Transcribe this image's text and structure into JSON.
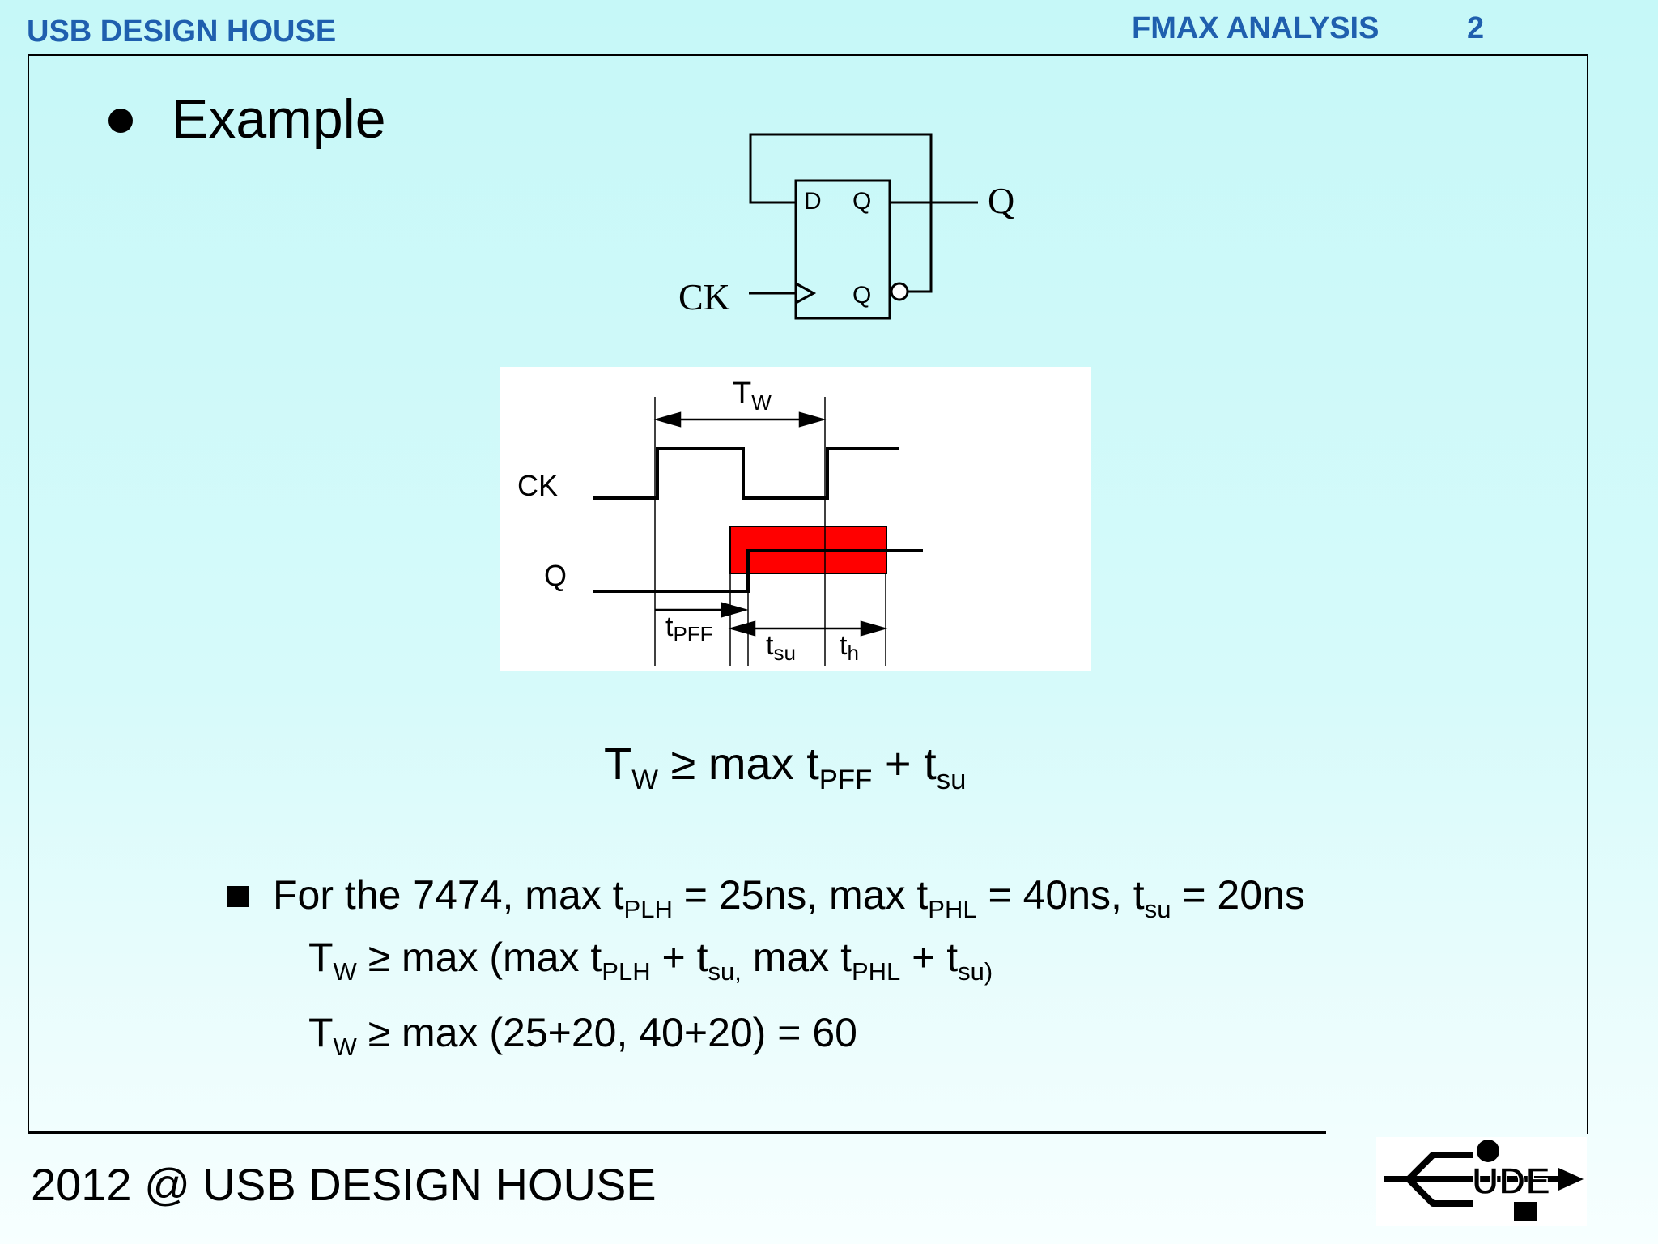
{
  "header": {
    "brand": "USB DESIGN HOUSE",
    "section": "FMAX ANALYSIS",
    "page_number": "2"
  },
  "bullet": "Example",
  "circuit": {
    "d_label": "D",
    "q_label": "Q",
    "qbar_label": "Q",
    "output_label": "Q",
    "clock_label": "CK"
  },
  "timing": {
    "tw_label": "T",
    "tw_sub": "W",
    "ck_label": "CK",
    "q_label": "Q",
    "tpff_label": "t",
    "tpff_sub": "PFF",
    "tsu_label": "t",
    "tsu_sub": "su",
    "th_label": "t",
    "th_sub": "h",
    "highlight_color": "#ff0000"
  },
  "equation": {
    "t": "T",
    "w": "W",
    "rel": " ≥ max t",
    "pff": "PFF",
    "plus": " + t",
    "su": "su"
  },
  "example": {
    "l1": {
      "a": "For the 7474, max t",
      "plh": "PLH",
      "b": " = 25ns, max t",
      "phl": "PHL",
      "c": " = 40ns, t",
      "su": "su",
      "d": " = 20ns"
    },
    "l2": {
      "t": "T",
      "w": "W",
      "a": " ≥ max (max t",
      "plh": "PLH",
      "b": " + t",
      "su1": "su,",
      "c": " max t",
      "phl": "PHL",
      "d": " + t",
      "su2": "su)"
    },
    "l3": {
      "t": "T",
      "w": "W",
      "a": " ≥ max (25+20, 40+20) = 60"
    }
  },
  "footer": "2012 @ USB DESIGN HOUSE",
  "logo": {
    "text": "UDE"
  }
}
